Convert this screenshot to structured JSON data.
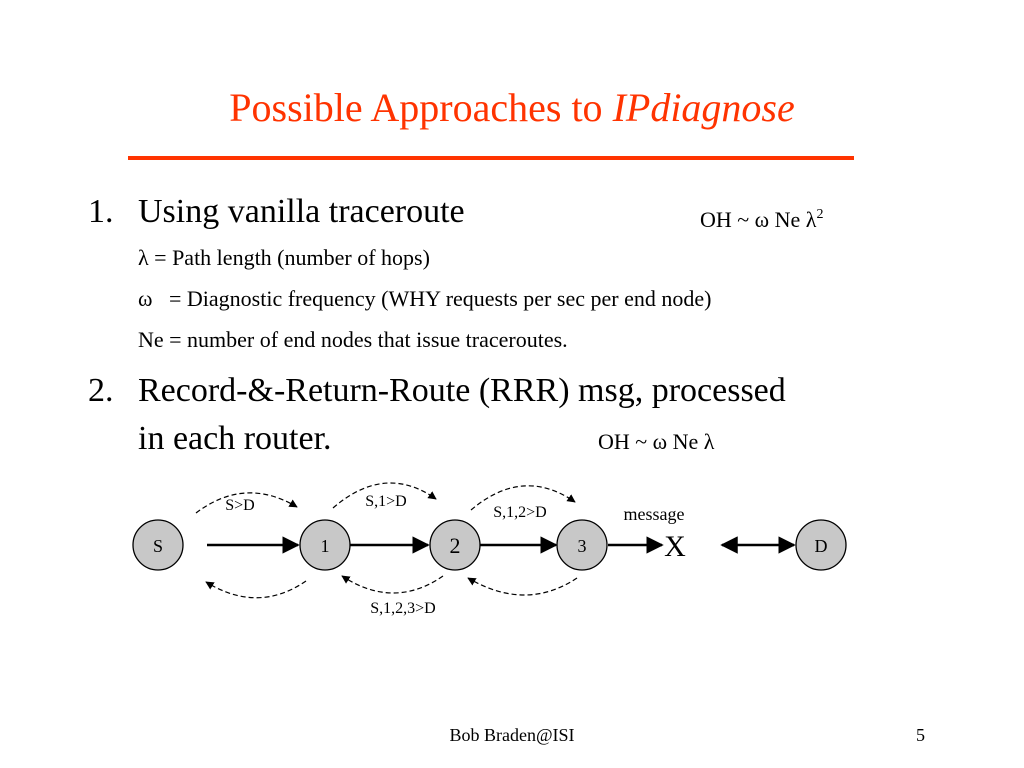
{
  "colors": {
    "title": "#ff3300",
    "node_fill": "#c8c8c8"
  },
  "title": {
    "prefix": "Possible Approaches to ",
    "italic": "IPdiagnose"
  },
  "items": [
    {
      "number": "1.",
      "text": "Using vanilla traceroute",
      "formula": {
        "text": "OH ~ ω Ne λ",
        "sup": "2"
      },
      "subs": [
        "λ = Path length (number of hops)",
        "ω   = Diagnostic frequency (WHY requests per sec per end node)",
        "Ne = number of end nodes that issue traceroutes."
      ]
    },
    {
      "number": "2.",
      "lines": [
        "Record-&-Return-Route (RRR) msg, processed",
        "in each router."
      ],
      "formula": {
        "text": "OH ~ ω Ne λ"
      }
    }
  ],
  "diagram": {
    "nodes": [
      "S",
      "1",
      "2",
      "3",
      "D"
    ],
    "forward_labels": [
      "S>D",
      "S,1>D",
      "S,1,2>D"
    ],
    "return_label": "S,1,2,3>D",
    "message_label": "message",
    "failure_mark": "X"
  },
  "footer": {
    "author": "Bob Braden@ISI",
    "page": "5"
  }
}
